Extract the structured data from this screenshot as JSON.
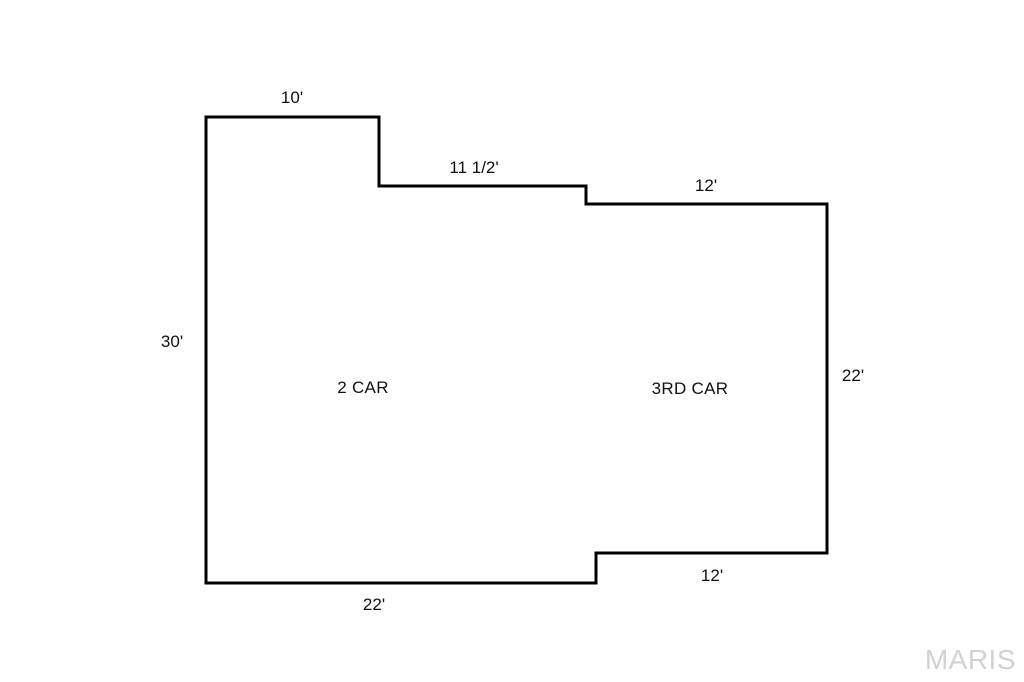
{
  "labels": {
    "top_left": "10'",
    "top_middle": "11 1/2'",
    "top_right": "12'",
    "left": "30'",
    "right": "22'",
    "bottom_left": "22'",
    "bottom_right": "12'"
  },
  "rooms": {
    "main": "2 CAR",
    "third": "3RD CAR"
  },
  "watermark": "MARIS",
  "colors": {
    "outline": "#000000",
    "text": "#111111",
    "watermark": "#d2d2d2"
  }
}
